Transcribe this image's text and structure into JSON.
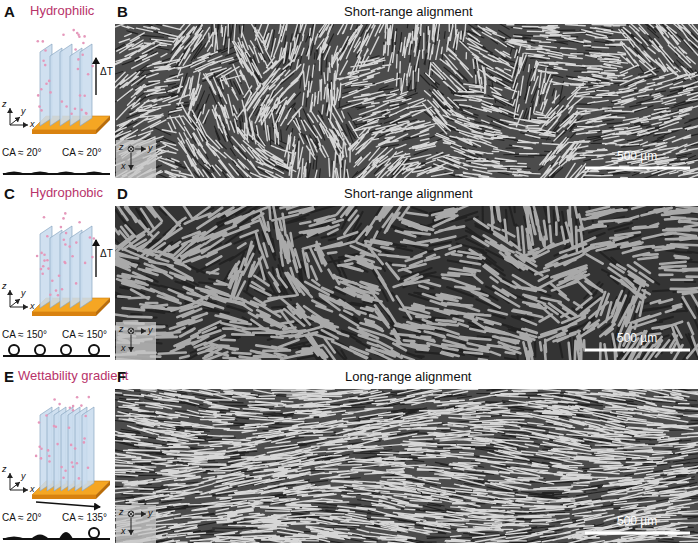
{
  "diagram": {
    "labels": [
      "A",
      "Hydrophilic",
      "ΔT",
      "z",
      "y",
      "x",
      "CA ≈ 20°",
      "CA ≈ 20°",
      "B",
      "Short-range alignment",
      "500 µm",
      "z",
      "y",
      "x",
      "C",
      "Hydrophobic",
      "ΔT",
      "z",
      "y",
      "x",
      "CA ≈ 150°",
      "CA ≈ 150°",
      "D",
      "Short-range alignment",
      "500 µm",
      "z",
      "y",
      "x",
      "E",
      "Wettability gradient",
      "z",
      "y",
      "x",
      "CA ≈ 20°",
      "CA ≈ 135°",
      "F",
      "Long-range alignment",
      "500 µm",
      "z",
      "y",
      "x"
    ]
  }
}
